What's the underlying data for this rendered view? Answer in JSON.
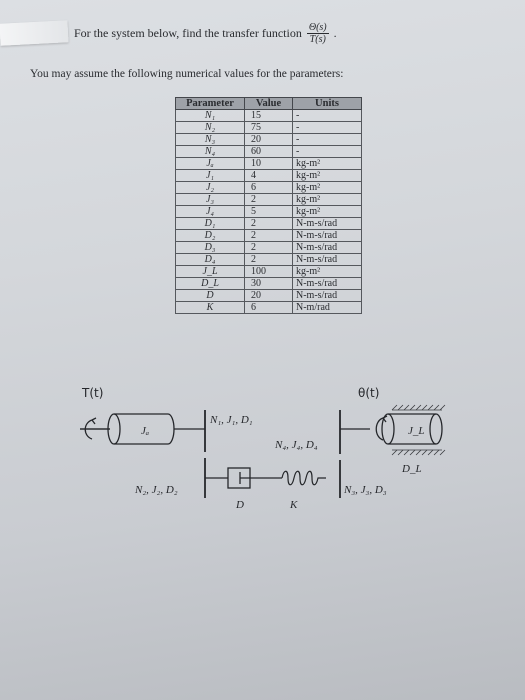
{
  "question": {
    "prefix": "For the system below, find the transfer function",
    "numerator": "Θ(s)",
    "denominator": "T(s)",
    "suffix": "."
  },
  "assumption": "You may assume the following numerical values for the parameters:",
  "table": {
    "headers": [
      "Parameter",
      "Value",
      "Units"
    ],
    "rows": [
      [
        "N₁",
        "15",
        "-"
      ],
      [
        "N₂",
        "75",
        "-"
      ],
      [
        "N₃",
        "20",
        "-"
      ],
      [
        "N₄",
        "60",
        "-"
      ],
      [
        "Jₐ",
        "10",
        "kg-m²"
      ],
      [
        "J₁",
        "4",
        "kg-m²"
      ],
      [
        "J₂",
        "6",
        "kg-m²"
      ],
      [
        "J₃",
        "2",
        "kg-m²"
      ],
      [
        "J₄",
        "5",
        "kg-m²"
      ],
      [
        "D₁",
        "2",
        "N-m-s/rad"
      ],
      [
        "D₂",
        "2",
        "N-m-s/rad"
      ],
      [
        "D₃",
        "2",
        "N-m-s/rad"
      ],
      [
        "D₄",
        "2",
        "N-m-s/rad"
      ],
      [
        "J_L",
        "100",
        "kg-m²"
      ],
      [
        "D_L",
        "30",
        "N-m-s/rad"
      ],
      [
        "D",
        "20",
        "N-m-s/rad"
      ],
      [
        "K",
        "6",
        "N-m/rad"
      ]
    ]
  },
  "diagram": {
    "input_torque": "T(t)",
    "output_angle": "θ(t)",
    "inertia_a": "Jₐ",
    "gear1": "N₁, J₁, D₁",
    "gear2": "N₂, J₂, D₂",
    "gear3": "N₃, J₃, D₃",
    "gear4": "N₄, J₄, D₄",
    "load_inertia": "J_L",
    "load_damping": "D_L",
    "damper": "D",
    "spring": "K"
  }
}
